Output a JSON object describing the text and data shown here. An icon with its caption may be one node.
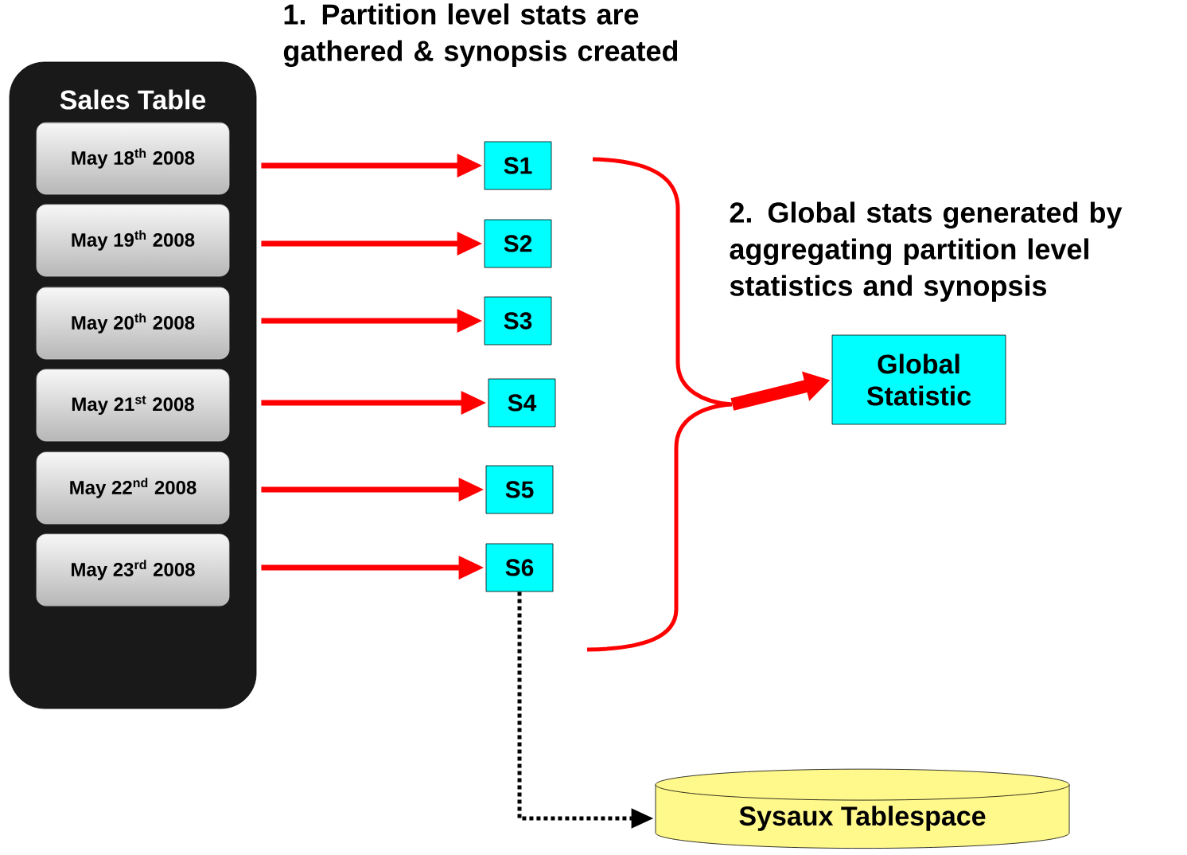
{
  "diagram": {
    "nodes": [
      {
        "text": [
          "Sales Table"
        ]
      },
      {
        "text": [
          "May 18$^{th}$ 2008"
        ],
        "in": 0
      },
      {
        "text": [
          "May 19$^{th}$ 2008"
        ],
        "in": 0
      },
      {
        "text": [
          "May 20$^{th}$ 2008"
        ],
        "in": 0
      },
      {
        "text": [
          "May 21$^{st}$ 2008"
        ],
        "in": 0
      },
      {
        "text": [
          "May 22$^{nd}$ 2008"
        ],
        "in": 0
      },
      {
        "text": [
          "May 23$^{rd}$ 2008"
        ],
        "in": 0
      },
      {
        "text": [
          "S1"
        ]
      },
      {
        "text": [
          "S2"
        ]
      },
      {
        "text": [
          "S3"
        ]
      },
      {
        "text": [
          "S4"
        ]
      },
      {
        "text": [
          "S5"
        ]
      },
      {
        "text": [
          "S6"
        ]
      },
      {
        "text": [
          "Global Statistic"
        ]
      },
      {
        "text": [
          "Sysaux Tablespace"
        ]
      },
      {
        "text": [],
        "shape": "brace"
      }
    ],
    "edges": [
      {
        "from": 1,
        "to": 7,
        "arrow": "to"
      },
      {
        "from": 2,
        "to": 8,
        "arrow": "to"
      },
      {
        "from": 3,
        "to": 9,
        "arrow": "to"
      },
      {
        "from": 4,
        "to": 10,
        "arrow": "to"
      },
      {
        "from": 5,
        "to": 11,
        "arrow": "to"
      },
      {
        "from": 6,
        "to": 12,
        "arrow": "to"
      },
      {
        "from": 15,
        "to": 13,
        "arrow": "to",
        "style": "thick"
      },
      {
        "from": 12,
        "to": 14,
        "arrow": "to",
        "style": "dashed",
        "color": "#000000"
      }
    ],
    "labels": [
      "1. Partition level stats are gathered & synopsis created",
      "2. Global stats generated by aggregating partition level statistics and synopsis"
    ]
  }
}
